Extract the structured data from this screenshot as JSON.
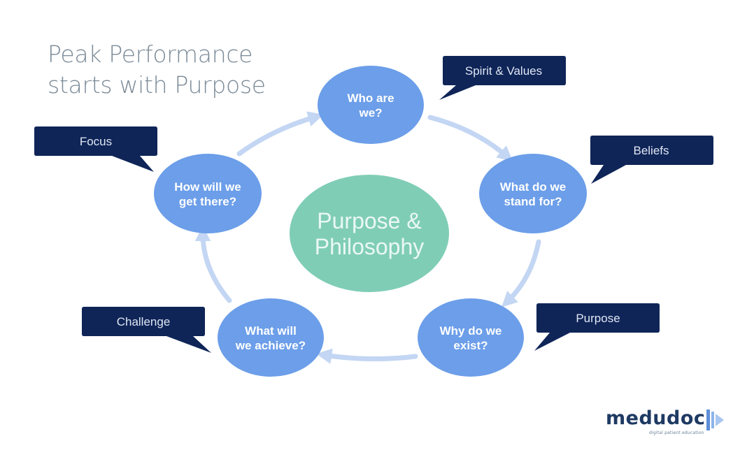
{
  "title": {
    "line1": "Peak Performance",
    "line2": "starts with Purpose"
  },
  "center": {
    "line1": "Purpose &",
    "line2": "Philosophy"
  },
  "nodes": [
    {
      "id": "who",
      "line1": "Who are",
      "line2": "we?"
    },
    {
      "id": "stand",
      "line1": "What do we",
      "line2": "stand for?"
    },
    {
      "id": "exist",
      "line1": "Why do we",
      "line2": "exist?"
    },
    {
      "id": "achieve",
      "line1": "What will",
      "line2": "we achieve?"
    },
    {
      "id": "how",
      "line1": "How will we",
      "line2": "get there?"
    }
  ],
  "callouts": [
    {
      "id": "spirit",
      "label": "Spirit & Values"
    },
    {
      "id": "beliefs",
      "label": "Beliefs"
    },
    {
      "id": "purpose",
      "label": "Purpose"
    },
    {
      "id": "challenge",
      "label": "Challenge"
    },
    {
      "id": "focus",
      "label": "Focus"
    }
  ],
  "logo": {
    "word": "medudoc",
    "tagline": "digital patient education"
  },
  "colors": {
    "node_fill": "#6c9ee9",
    "center_fill": "#80cdb6",
    "callout_fill": "#0f2558",
    "arrow": "#c3d6f3",
    "title": "#7b8a97"
  }
}
